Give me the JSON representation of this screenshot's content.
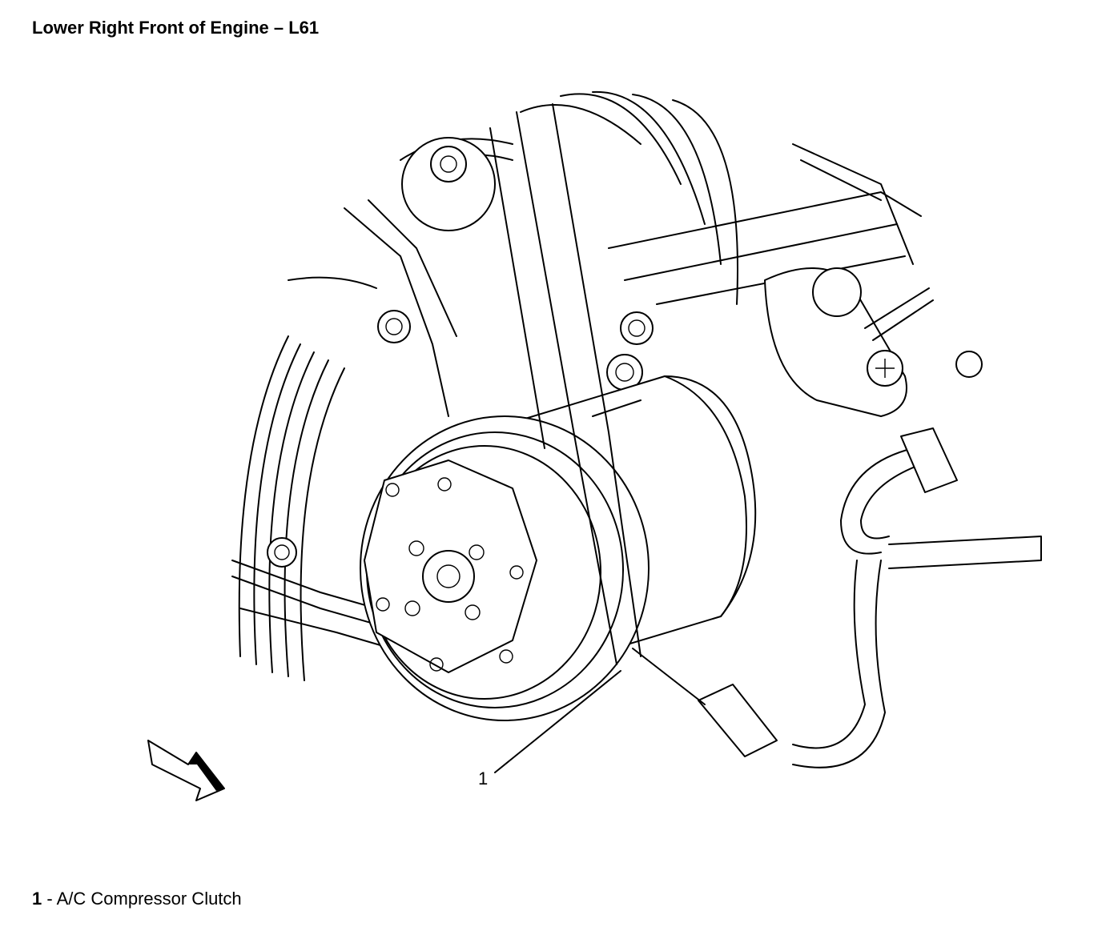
{
  "title": "Lower Right Front of Engine – L61",
  "callouts": [
    {
      "number": "1"
    }
  ],
  "legend": [
    {
      "number": "1",
      "separator": " - ",
      "label": "A/C Compressor Clutch"
    }
  ]
}
